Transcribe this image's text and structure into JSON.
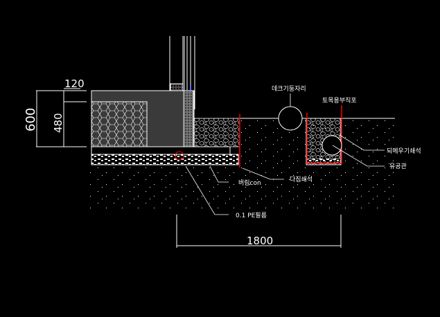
{
  "dimensions": {
    "top_width": "120",
    "total_height": "600",
    "lower_height": "480",
    "bottom_width": "1800"
  },
  "labels": {
    "deck_post": "데크기둥자리",
    "geotextile": "토목용부직포",
    "backfill_stone": "되메우기쇄석",
    "perforated_pipe": "유공관",
    "compacted_stone": "다짐쇄석",
    "lean_concrete": "버림con",
    "pe_film": "0.1 PE필름"
  },
  "colors": {
    "background": "#000000",
    "line": "#ffffff",
    "fabric": "#ff0000",
    "concrete": "#3a3a3a",
    "flashing": "#0000ff"
  }
}
